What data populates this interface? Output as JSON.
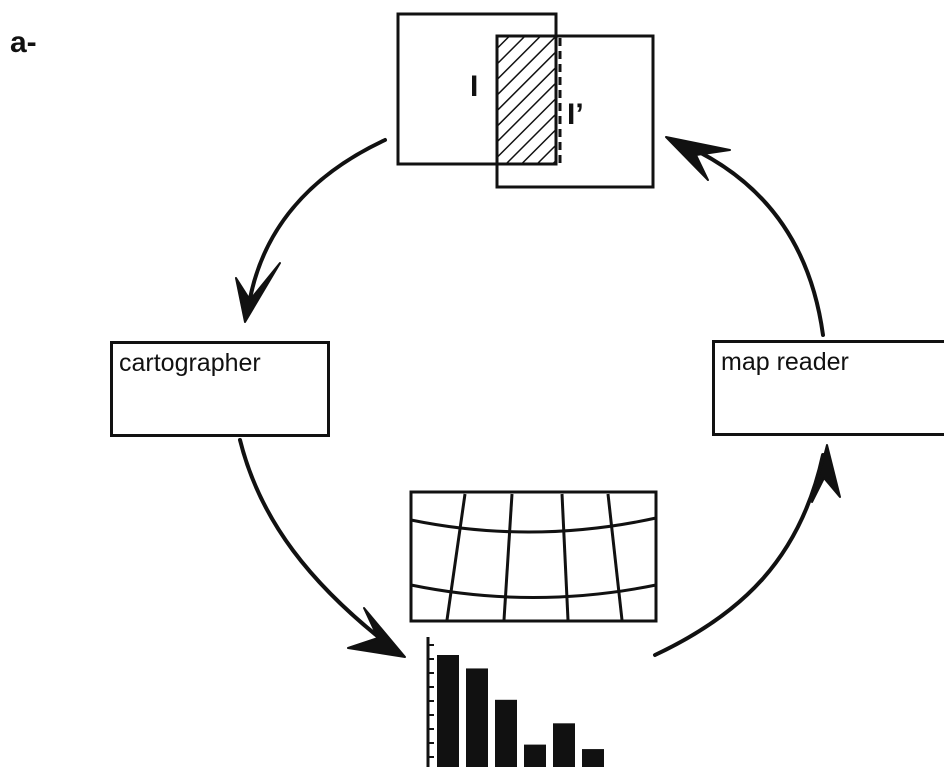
{
  "panel_label": "a-",
  "frames": {
    "first_label": "I",
    "second_label": "I’"
  },
  "roles": {
    "cartographer": "cartographer",
    "map_reader": "map reader"
  },
  "bar_chart": {
    "values": [
      10,
      8.8,
      6,
      2,
      3.9,
      1.6
    ]
  },
  "colors": {
    "ink": "#111111",
    "background": "#ffffff"
  }
}
